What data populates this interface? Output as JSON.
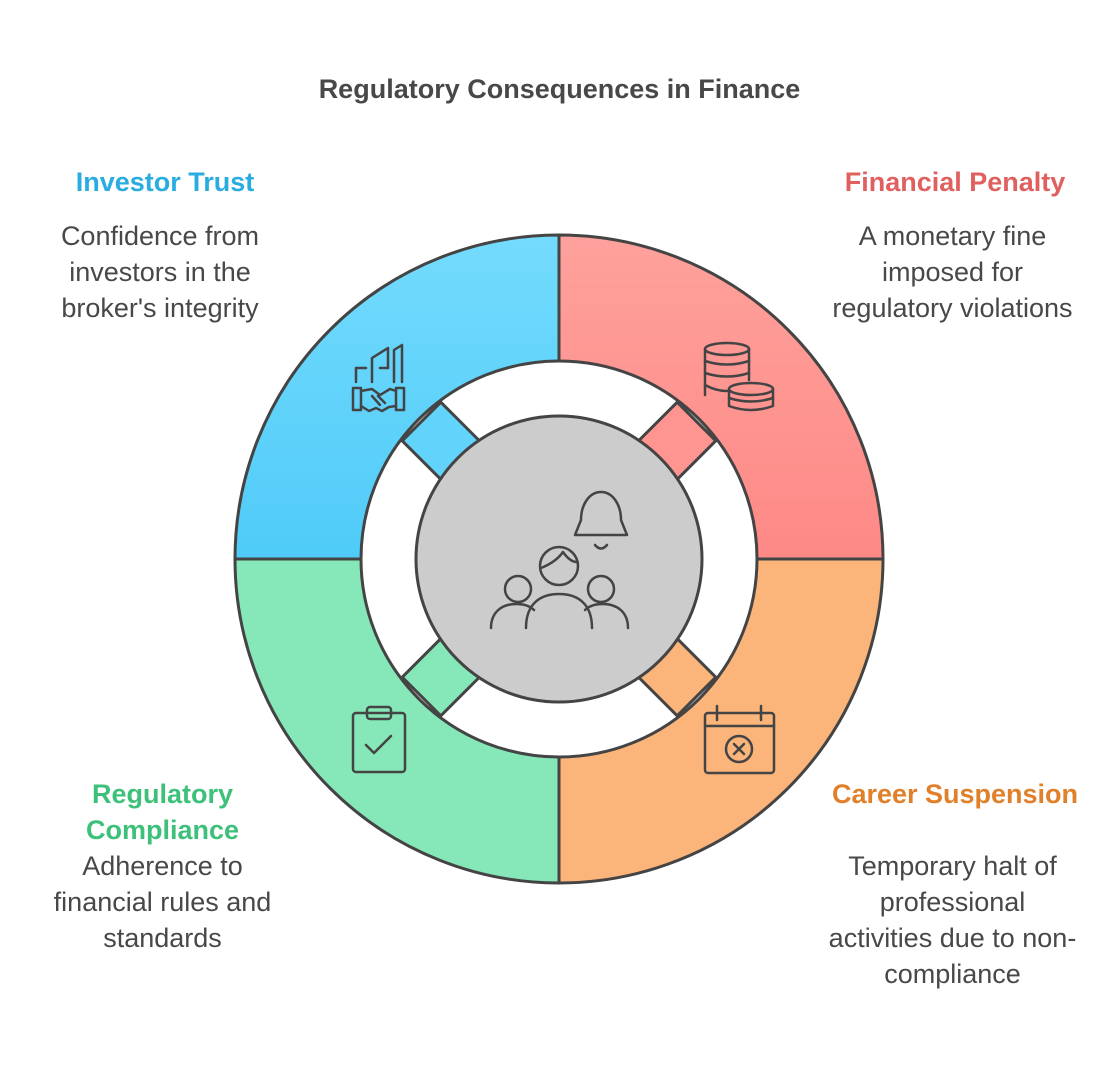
{
  "title": "Regulatory Consequences in Finance",
  "colors": {
    "text": "#484848",
    "stroke": "#444444",
    "center_fill": "#cccccc",
    "investor_trust": "#29ace0",
    "financial_penalty": "#e06060",
    "regulatory_compliance": "#3dc07a",
    "career_suspension": "#e0802a"
  },
  "center": {
    "icons": [
      "bell-icon",
      "people-group-icon"
    ]
  },
  "segments": [
    {
      "key": "investor_trust",
      "title": "Investor Trust",
      "description": "Confidence from investors in the broker's integrity",
      "icon": "handshake-building-icon",
      "fill": "#6ed8fc"
    },
    {
      "key": "financial_penalty",
      "title": "Financial Penalty",
      "description": "A monetary fine imposed for regulatory violations",
      "icon": "coins-stack-icon",
      "fill": "#fe9f9b"
    },
    {
      "key": "regulatory_compliance",
      "title": "Regulatory Compliance",
      "description": "Adherence to financial rules and standards",
      "icon": "clipboard-check-icon",
      "fill": "#86e8b8"
    },
    {
      "key": "career_suspension",
      "title": "Career Suspension",
      "description": "Temporary halt of professional activities due to non-compliance",
      "icon": "calendar-cancel-icon",
      "fill": "#fbb57a"
    }
  ]
}
